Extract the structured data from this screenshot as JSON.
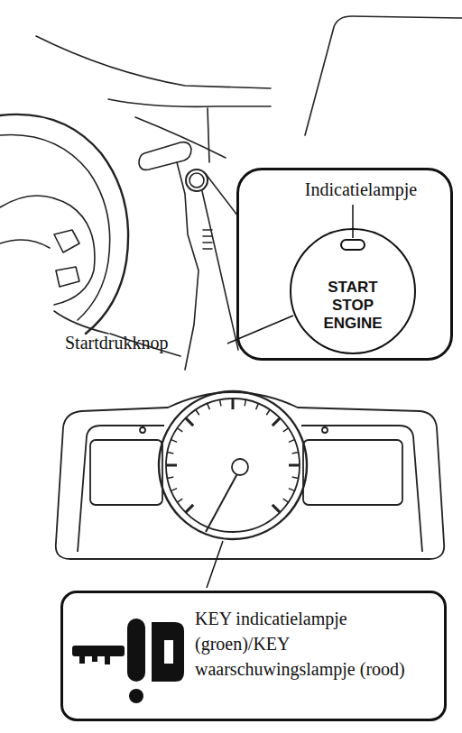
{
  "diagram": {
    "nodes": [
      {
        "text": [
          "Indicatielampje"
        ]
      },
      {
        "text": [
          "START STOP ENGINE"
        ],
        "in": 0
      },
      {
        "text": [
          "KEY indicatielampje (groen)/KEY waarschuwingslampje (rood)"
        ]
      }
    ],
    "labels": [
      "Startdrukknop"
    ]
  }
}
